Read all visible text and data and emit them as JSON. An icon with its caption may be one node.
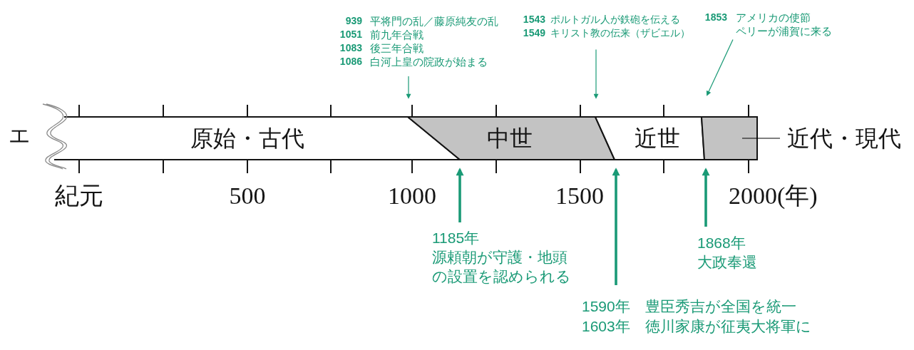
{
  "diagram": {
    "nodes": [
      {
        "text": [
          "939",
          "平将門の乱／藤原純友の乱",
          "1051",
          "前九年合戦",
          "1083",
          "後三年合戦",
          "1086",
          "白河上皇の院政が始まる"
        ]
      },
      {
        "text": [
          "1543",
          "ポルトガル人が鉄砲を伝える",
          "1549",
          "キリスト教の伝来（ザビエル）"
        ]
      },
      {
        "text": [
          "1853",
          "アメリカの使節ペリーが浦賀に来る"
        ]
      },
      {
        "text": [
          "原始・古代"
        ]
      },
      {
        "text": [
          "中世"
        ]
      },
      {
        "text": [
          "近世"
        ]
      },
      {
        "text": [],
        "shape": "box"
      },
      {
        "text": [
          "近代・現代"
        ]
      },
      {
        "text": [
          "1185年",
          "源頼朝が守護・地頭の設置を認められる"
        ]
      },
      {
        "text": [
          "1868年",
          "大政奉還"
        ]
      },
      {
        "text": [
          "1590年",
          "豊臣秀吉が全国を統一",
          "1603年",
          "徳川家康が征夷大将軍に"
        ]
      }
    ],
    "edges": [
      {
        "from": 0,
        "to": 4,
        "arrow": "to"
      },
      {
        "from": 1,
        "to": 5,
        "arrow": "to"
      },
      {
        "from": 2,
        "to": 6,
        "arrow": "to"
      },
      {
        "from": 7,
        "to": 6,
        "arrow": "none",
        "color": "#000000"
      },
      {
        "from": 8,
        "to": 4,
        "arrow": "to",
        "style": "thick"
      },
      {
        "from": 10,
        "to": 5,
        "arrow": "to",
        "style": "thick"
      },
      {
        "from": 9,
        "to": 6,
        "arrow": "to",
        "style": "thick"
      }
    ],
    "labels": [
      "エ",
      "紀元",
      "500",
      "1000",
      "1500",
      "2000(年)"
    ]
  }
}
